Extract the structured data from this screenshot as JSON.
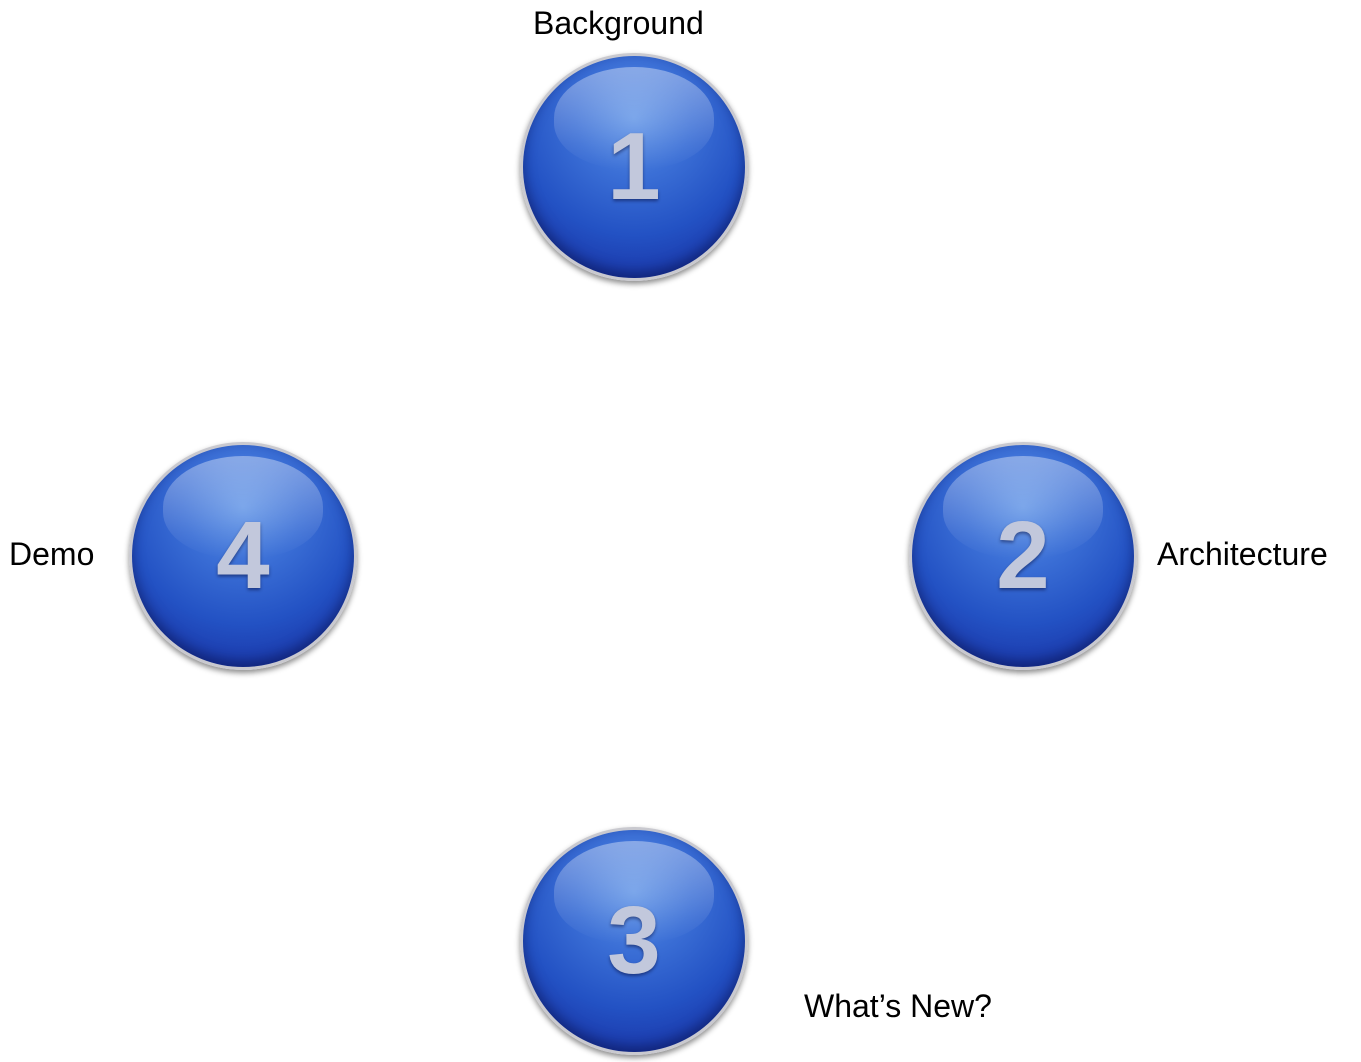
{
  "steps": [
    {
      "number": "1",
      "label": "Background"
    },
    {
      "number": "2",
      "label": "Architecture"
    },
    {
      "number": "3",
      "label": "What’s New?"
    },
    {
      "number": "4",
      "label": "Demo"
    }
  ],
  "colors": {
    "circle_fill": "#2352c4",
    "circle_ring": "#c9c9cf",
    "number_text": "#c2c8dc",
    "label_text": "#000000",
    "background": "#ffffff"
  }
}
